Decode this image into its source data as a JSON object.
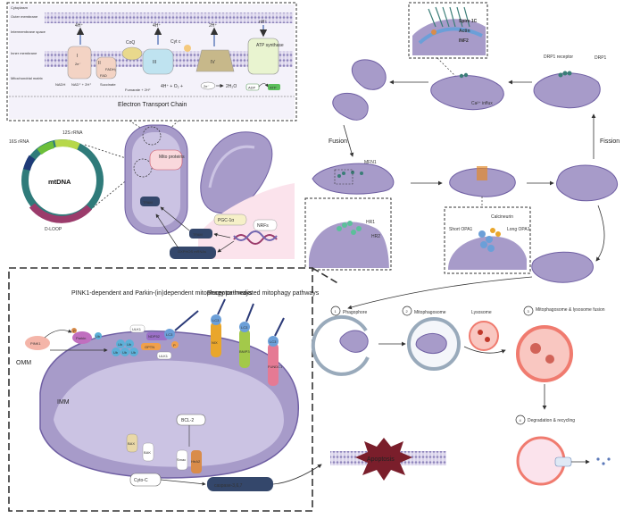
{
  "etc": {
    "layers": {
      "cytoplasm": "Cytoplasm",
      "outer_membrane": "Outer membrane",
      "intermembrane": "Intermembrane space",
      "inner_membrane": "Inner membrane",
      "matrix": "Mitochondrial matrix"
    },
    "complexes": {
      "i": "I",
      "ii": "II",
      "iii": "III",
      "iv": "IV",
      "coq": "CoQ",
      "cytc": "Cyt c",
      "atp_synthase": "ATP synthase"
    },
    "protons": {
      "p1": "4H⁺",
      "p3": "4H⁺",
      "p4": "2H⁺",
      "p5": "nH⁺"
    },
    "electron": "2e⁻",
    "fad": "FAD",
    "fadh2": "FADH₂",
    "nadh": "NADH",
    "nad": "NAD⁺ + 2H⁺",
    "succinate": "Succinate",
    "fumarate": "Fumarate + 2H⁺",
    "reaction": "4H⁺ + O₂ +",
    "water": "2H₂O",
    "adp": "ADP",
    "atp": "ATP",
    "title": "Electron Transport Chain"
  },
  "mtdna": {
    "title": "mtDNA",
    "s16": "16S rRNA",
    "s12": "12S rRNA",
    "dloop": "D-LOOP"
  },
  "biogenesis": {
    "mito_proteins": "Mito proteins",
    "tfam1": "TFAM",
    "tfam2": "TFAM",
    "pgc1a": "PGC-1α",
    "nrfs": "NRFs",
    "oxphos": "OXPHOS mRNAs"
  },
  "dynamics": {
    "spire": "Spire 1C",
    "actin": "Actin",
    "inf2": "INF2",
    "drp1_receptor": "DRP1 receptor",
    "drp1": "DRP1",
    "ca_influx": "Ca²⁺ influx",
    "fusion": "Fusion",
    "fission": "Fission",
    "mfn1": "MFN1",
    "hr1": "HR1",
    "hr2": "HR2",
    "calcineurin": "Calcineurin",
    "short_opa1": "Short OPA1",
    "long_opa1": "Long OPA1"
  },
  "mitophagy": {
    "pink_title": "PINK1-dependent and Parkin-(in)dependent mitophagy pathways",
    "receptor_title": "Receptor-mediated mitophagy pathways",
    "parkin": "Parkin",
    "pink1": "PINK1",
    "ub": "Ub",
    "ulk1": "ULK1",
    "ndp52": "NDP52",
    "optn": "OPTN",
    "p": "P",
    "lc3": "LC3",
    "nix": "NIX",
    "bnip3": "BNIP3",
    "fundc1": "FUNDC1",
    "omm": "OMM",
    "imm": "IMM",
    "bcl2": "BCL-2",
    "bax": "BAX",
    "bak": "BAK",
    "smac": "Smac",
    "htra2": "HtrA2",
    "cytoc": "Cyto-C",
    "caspase": "caspase-3,6,7"
  },
  "autophagy": {
    "s1_num": "1",
    "s1": "Phagophore",
    "s2_num": "2",
    "s2": "Mitophagosome",
    "lysosome": "Lysosome",
    "s3_num": "3",
    "s3": "Mitophagosome & lysosome fusion",
    "s4_num": "4",
    "s4": "Degradation & recycling",
    "apoptosis": "Apoptosis"
  },
  "colors": {
    "mito_fill": "#a79bc9",
    "mito_dark": "#6f5fa3",
    "mito_inner": "#cbc3e3",
    "blue_protein": "#6b9fd8",
    "teal": "#3a7d77",
    "green": "#5cbf5c",
    "lysosome": "#f07b6f",
    "apoptosis": "#7a1e2b",
    "tfam": "#34476b",
    "pink_box": "#fbe3ec"
  }
}
